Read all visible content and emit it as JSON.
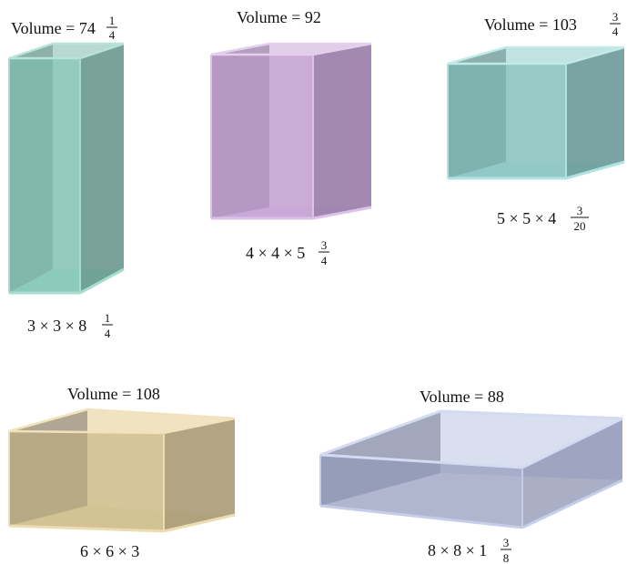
{
  "boxes": [
    {
      "id": "box-1",
      "volume_label": "Volume = 74",
      "volume_fraction": {
        "num": "1",
        "den": "4"
      },
      "dims_label": "3 × 3 × 8",
      "dims_fraction": {
        "num": "1",
        "den": "4"
      },
      "color": "#76b8a8",
      "edge_color": "#9fd4c8"
    },
    {
      "id": "box-2",
      "volume_label": "Volume = 92",
      "volume_fraction": null,
      "dims_label": "4 × 4 × 5",
      "dims_fraction": {
        "num": "3",
        "den": "4"
      },
      "color": "#b48cc4",
      "edge_color": "#d6b8e2"
    },
    {
      "id": "box-3",
      "volume_label": "Volume = 103",
      "volume_fraction": {
        "num": "3",
        "den": "4"
      },
      "dims_label": "5 × 5 × 4",
      "dims_fraction": {
        "num": "3",
        "den": "20"
      },
      "color": "#6fb3b0",
      "edge_color": "#a2d9d6"
    },
    {
      "id": "box-4",
      "volume_label": "Volume = 108",
      "volume_fraction": null,
      "dims_label": "6 × 6 × 3",
      "dims_fraction": null,
      "color": "#c8b482",
      "edge_color": "#e8d6a8"
    },
    {
      "id": "box-5",
      "volume_label": "Volume = 88",
      "volume_fraction": null,
      "dims_label": "8 × 8 × 1",
      "dims_fraction": {
        "num": "3",
        "den": "8"
      },
      "color": "#9aa4c4",
      "edge_color": "#c6cdea"
    }
  ]
}
